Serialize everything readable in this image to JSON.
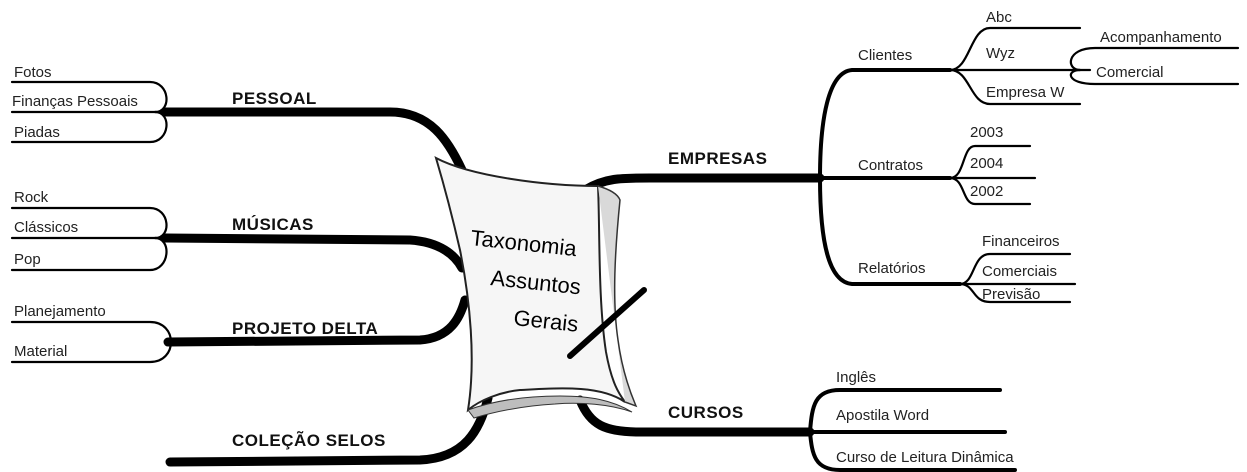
{
  "center": {
    "lines": [
      "Taxonomia",
      "Assuntos",
      "Gerais"
    ]
  },
  "left": {
    "pessoal": {
      "label": "PESSOAL",
      "items": [
        "Fotos",
        "Finanças Pessoais",
        "Piadas"
      ]
    },
    "musicas": {
      "label": "MÚSICAS",
      "items": [
        "Rock",
        "Clássicos",
        "Pop"
      ]
    },
    "projeto": {
      "label": "PROJETO DELTA",
      "items": [
        "Planejamento",
        "Material"
      ]
    },
    "selos": {
      "label": "COLEÇÃO SELOS"
    }
  },
  "right": {
    "empresas": {
      "label": "EMPRESAS",
      "clientes": {
        "label": "Clientes",
        "items": [
          "Abc",
          "Wyz",
          "Empresa W"
        ],
        "wyz_sub": [
          "Acompanhamento",
          "Comercial"
        ]
      },
      "contratos": {
        "label": "Contratos",
        "items": [
          "2003",
          "2004",
          "2002"
        ]
      },
      "relatorios": {
        "label": "Relatórios",
        "items": [
          "Financeiros",
          "Comerciais",
          "Previsão"
        ]
      }
    },
    "cursos": {
      "label": "CURSOS",
      "items": [
        "Inglês",
        "Apostila Word",
        "Curso de Leitura Dinâmica"
      ]
    }
  }
}
